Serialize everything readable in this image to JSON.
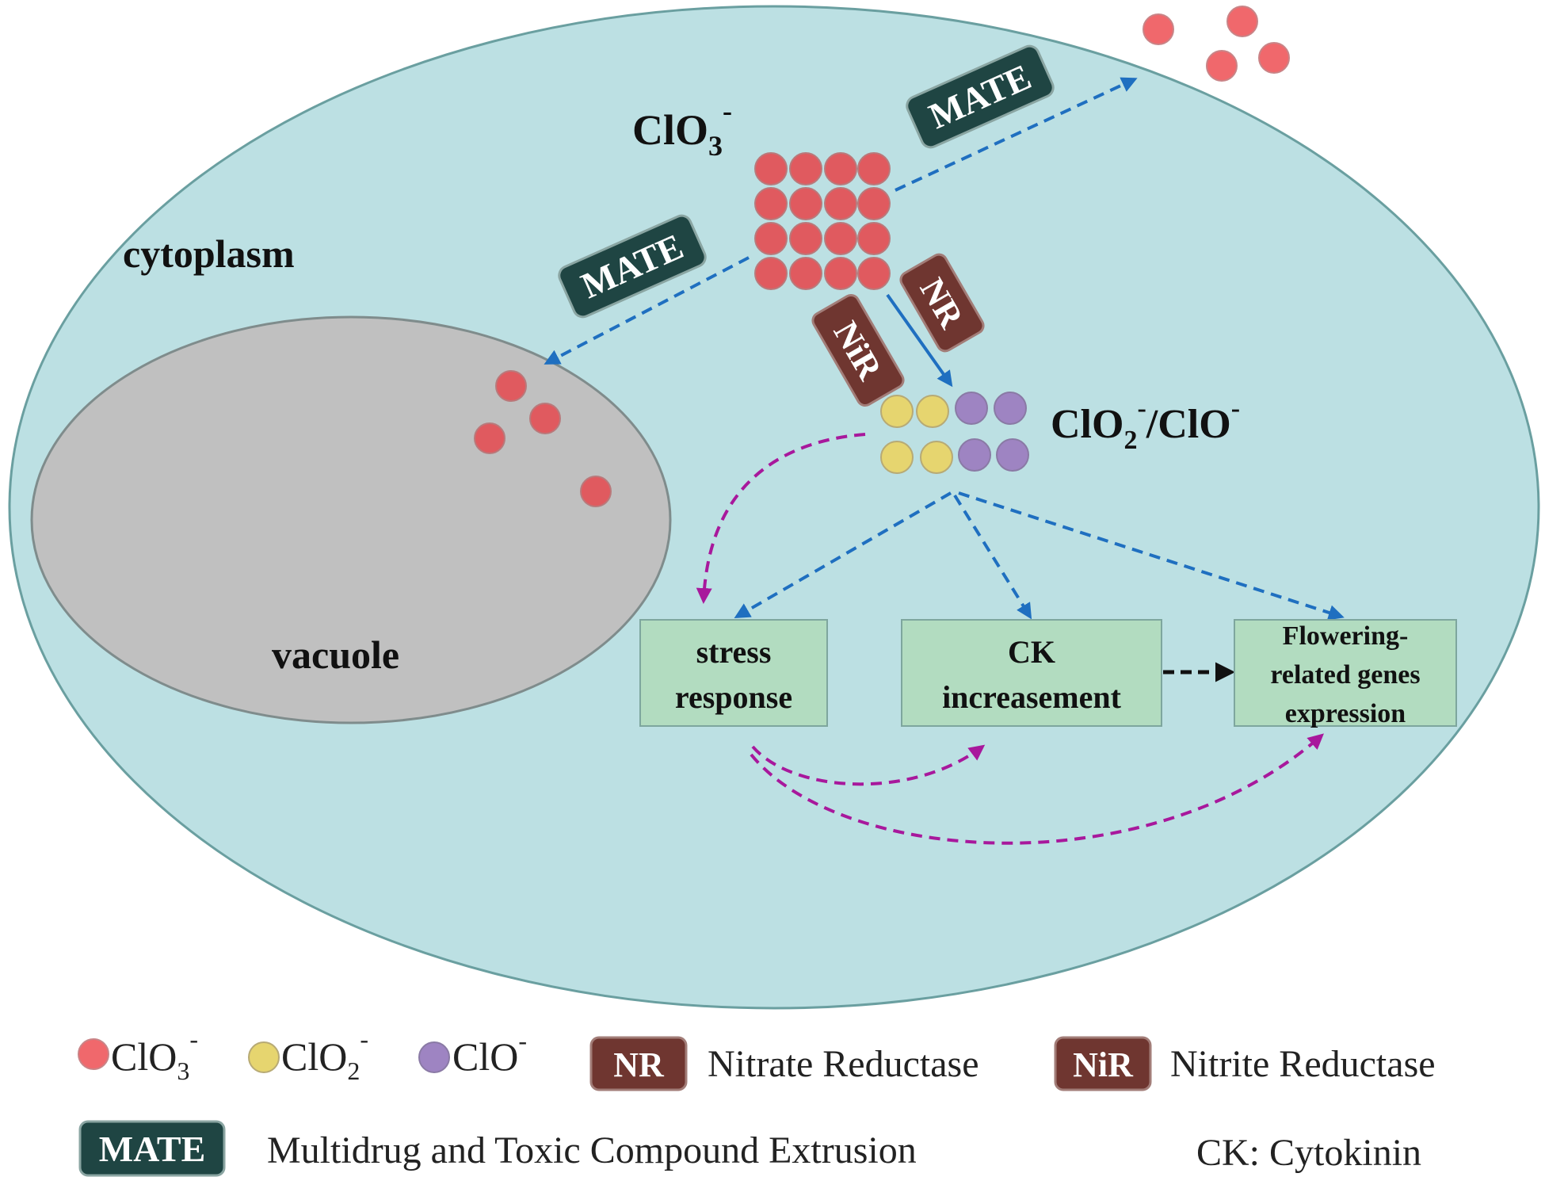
{
  "cell": {
    "cytoplasm_label": "cytoplasm",
    "vacuole_label": "vacuole"
  },
  "molecules": {
    "chlorate_label": "ClO",
    "chlorate_sub": "3",
    "chlorate_sup": "-",
    "products_label_a": "ClO",
    "products_label_sub": "2",
    "products_label_sup": "-",
    "products_label_b": "/ClO",
    "products_label_sup2": "-"
  },
  "transporters": {
    "mate_label": "MATE",
    "nr_label": "NR",
    "nir_label": "NiR"
  },
  "boxes": {
    "stress": [
      "stress",
      "response"
    ],
    "ck": [
      "CK",
      "increasement"
    ],
    "flowering": [
      "Flowering-",
      "related genes",
      "expression"
    ]
  },
  "legend": {
    "chlorate": {
      "base": "ClO",
      "sub": "3",
      "sup": "-"
    },
    "chlorite": {
      "base": "ClO",
      "sub": "2",
      "sup": "-"
    },
    "hypochlorite": {
      "base": "ClO",
      "sup": "-"
    },
    "nr_tag": "NR",
    "nr_text": "Nitrate Reductase",
    "nir_tag": "NiR",
    "nir_text": "Nitrite Reductase",
    "mate_tag": "MATE",
    "mate_text": "Multidrug and Toxic Compound Extrusion",
    "ck_text": "CK: Cytokinin"
  },
  "colors": {
    "cytoplasm": "#bce0e3",
    "cytoplasm_stroke": "#6a9fa0",
    "vacuole": "#c0c0c0",
    "vacuole_stroke": "#7f8c8c",
    "chlorate": "#e05a5f",
    "chlorite": "#e6d56f",
    "hypochlorite": "#9e84c2",
    "mate": "#1f4543",
    "reductase": "#6f3630",
    "box_fill": "#b2dcc0",
    "box_stroke": "#7ea69e",
    "blue_arrow": "#1f6fc0",
    "magenta_arrow": "#a8189c"
  }
}
